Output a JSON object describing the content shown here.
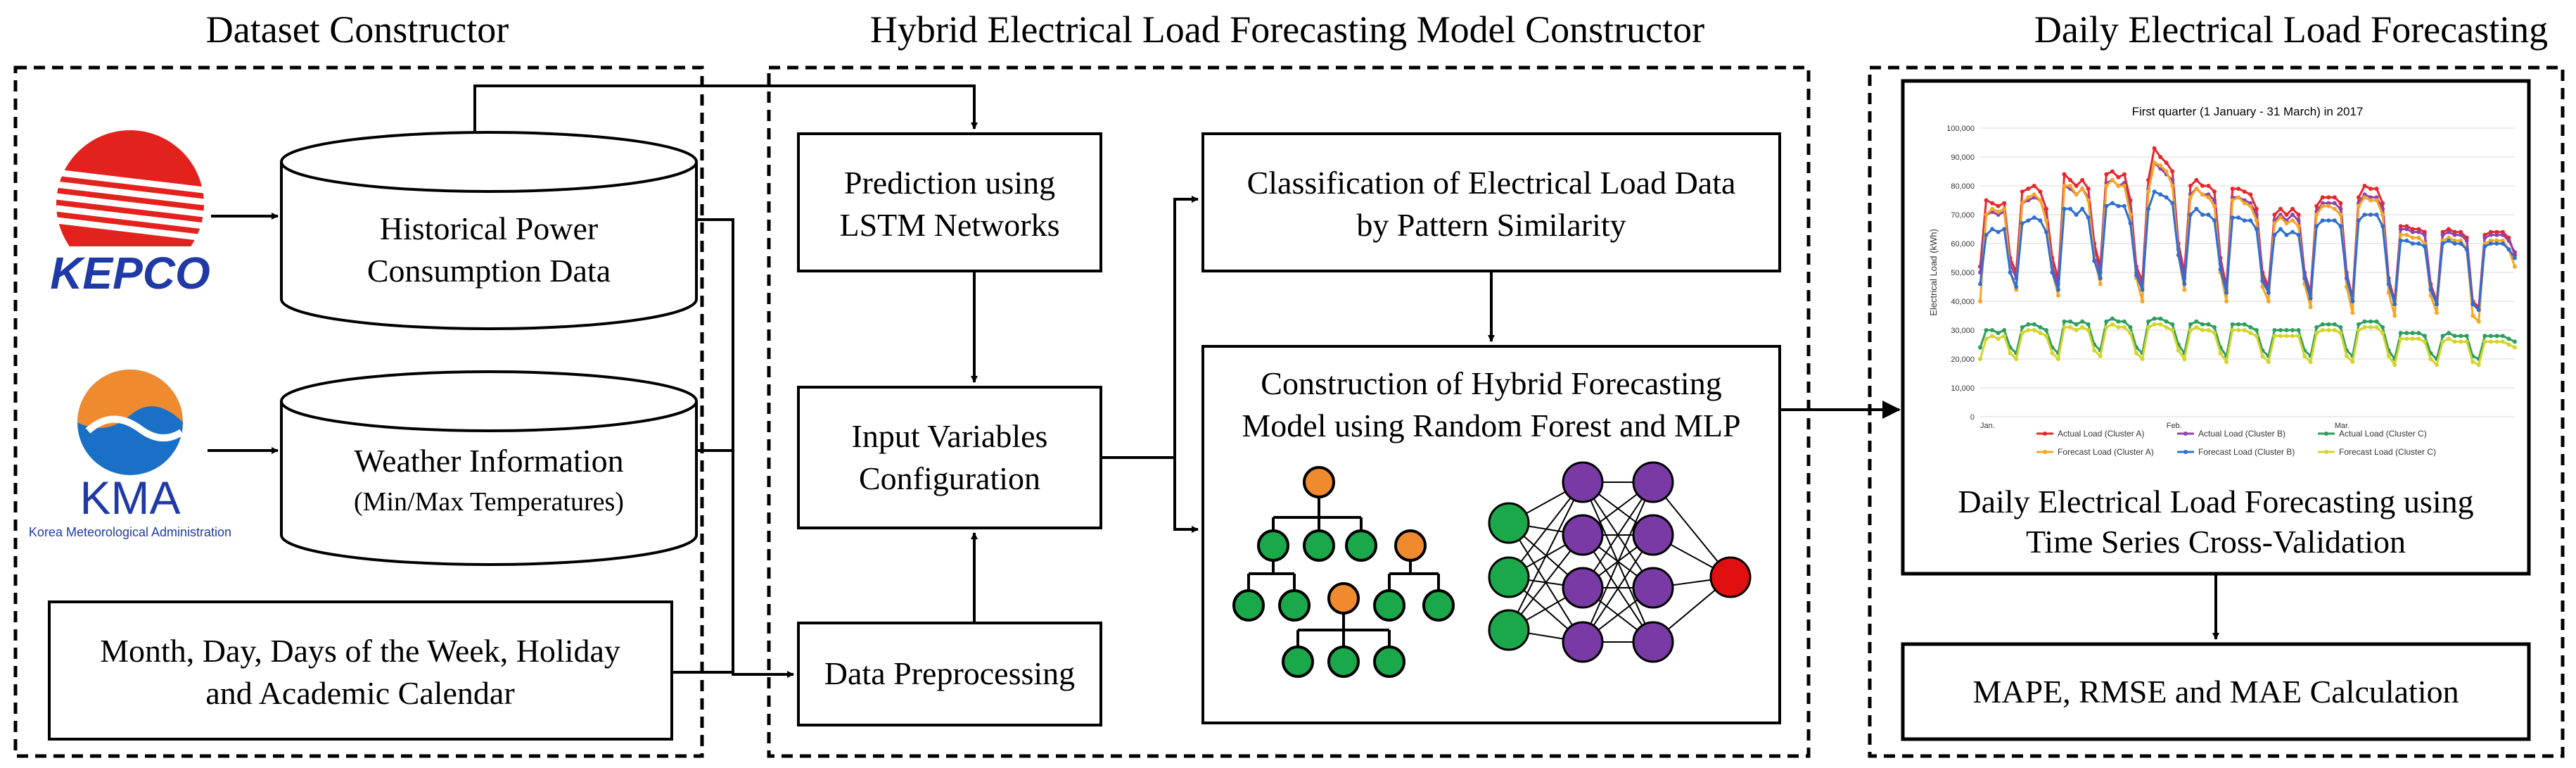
{
  "sections": {
    "dataset": {
      "title": "Dataset Constructor"
    },
    "model": {
      "title": "Hybrid Electrical Load Forecasting Model Constructor"
    },
    "forecast": {
      "title": "Daily Electrical Load Forecasting"
    }
  },
  "logos": {
    "kepco": {
      "text": "KEPCO",
      "icon": "kepco-logo"
    },
    "kma": {
      "text": "KMA",
      "subtext": "Korea Meteorological Administration",
      "icon": "kma-logo"
    }
  },
  "nodes": {
    "historical_power": {
      "line1": "Historical Power",
      "line2": "Consumption Data"
    },
    "weather": {
      "line1": "Weather Information",
      "line2": "(Min/Max Temperatures)"
    },
    "calendar": {
      "line1": "Month, Day, Days of the Week, Holiday",
      "line2": "and Academic Calendar"
    },
    "lstm": {
      "line1": "Prediction using",
      "line2": "LSTM Networks"
    },
    "input_vars": {
      "line1": "Input Variables",
      "line2": "Configuration"
    },
    "preprocessing": {
      "line1": "Data Preprocessing"
    },
    "classification": {
      "line1": "Classification of Electrical Load Data",
      "line2": "by Pattern Similarity"
    },
    "hybrid": {
      "line1": "Construction of Hybrid Forecasting",
      "line2": "Model using Random Forest and MLP"
    },
    "daily_forecast": {
      "line1": "Daily Electrical Load Forecasting using",
      "line2": "Time Series Cross-Validation"
    },
    "metrics": {
      "line1": "MAPE, RMSE and MAE Calculation"
    }
  },
  "colors": {
    "tree_green": "#1aa84a",
    "tree_orange": "#f08a2e",
    "mlp_green": "#1aa84a",
    "mlp_purple": "#7a3aa5",
    "mlp_red": "#e01010"
  },
  "chart_data": {
    "type": "line",
    "title": "First quarter (1 January - 31 March) in 2017",
    "ylabel": "Electrical Load (kWh)",
    "xlabel": "",
    "ylim": [
      0,
      100000
    ],
    "y_ticks": [
      "0",
      "10,000",
      "20,000",
      "30,000",
      "40,000",
      "50,000",
      "60,000",
      "70,000",
      "80,000",
      "90,000",
      "100,000"
    ],
    "x_ticks": [
      "Jan.",
      "Feb.",
      "Mar."
    ],
    "grid": true,
    "legend_position": "bottom",
    "x": [
      1,
      2,
      3,
      4,
      5,
      6,
      7,
      8,
      9,
      10,
      11,
      12,
      13,
      14,
      15,
      16,
      17,
      18,
      19,
      20,
      21,
      22,
      23,
      24,
      25,
      26,
      27,
      28,
      29,
      30,
      31,
      32,
      33,
      34,
      35,
      36,
      37,
      38,
      39,
      40,
      41,
      42,
      43,
      44,
      45,
      46,
      47,
      48,
      49,
      50,
      51,
      52,
      53,
      54,
      55,
      56,
      57,
      58,
      59,
      60,
      61,
      62,
      63,
      64,
      65,
      66,
      67,
      68,
      69,
      70,
      71,
      72,
      73,
      74,
      75,
      76,
      77,
      78,
      79,
      80,
      81,
      82,
      83,
      84,
      85,
      86,
      87,
      88,
      89,
      90
    ],
    "series": [
      {
        "name": "Actual Load (Cluster A)",
        "color": "#e8262a",
        "values": [
          52000,
          75000,
          74000,
          73000,
          74000,
          55000,
          50000,
          78000,
          79000,
          80000,
          78000,
          72000,
          55000,
          48000,
          84000,
          82000,
          80000,
          82000,
          79000,
          60000,
          52000,
          84000,
          85000,
          83000,
          84000,
          75000,
          52000,
          47000,
          82000,
          93000,
          90000,
          88000,
          85000,
          60000,
          50000,
          80000,
          82000,
          80000,
          80000,
          78000,
          55000,
          45000,
          79000,
          79000,
          78000,
          77000,
          72000,
          50000,
          45000,
          70000,
          72000,
          70000,
          72000,
          70000,
          50000,
          43000,
          73000,
          76000,
          76000,
          76000,
          74000,
          50000,
          41000,
          76000,
          80000,
          79000,
          79000,
          74000,
          48000,
          40000,
          66000,
          66000,
          65000,
          65000,
          64000,
          46000,
          40000,
          64000,
          65000,
          64000,
          64000,
          62000,
          40000,
          38000,
          63000,
          64000,
          64000,
          64000,
          62000,
          56000
        ]
      },
      {
        "name": "Actual Load (Cluster B)",
        "color": "#8e44ad",
        "values": [
          50000,
          70000,
          71000,
          70000,
          71000,
          53000,
          48000,
          74000,
          75000,
          76000,
          75000,
          69000,
          52000,
          46000,
          80000,
          79000,
          77000,
          79000,
          76000,
          57000,
          50000,
          81000,
          82000,
          80000,
          81000,
          72000,
          50000,
          45000,
          79000,
          88000,
          86000,
          84000,
          82000,
          58000,
          48000,
          77000,
          79000,
          77000,
          77000,
          75000,
          53000,
          44000,
          76000,
          76000,
          75000,
          74000,
          70000,
          48000,
          44000,
          68000,
          70000,
          68000,
          70000,
          68000,
          49000,
          42000,
          71000,
          74000,
          74000,
          74000,
          72000,
          49000,
          40000,
          74000,
          77000,
          76000,
          76000,
          72000,
          47000,
          39000,
          65000,
          65000,
          64000,
          64000,
          63000,
          45000,
          39000,
          63000,
          64000,
          63000,
          63000,
          61000,
          39000,
          37000,
          62000,
          63000,
          63000,
          63000,
          61000,
          57000
        ]
      },
      {
        "name": "Actual Load (Cluster C)",
        "color": "#2e9e5e",
        "values": [
          24000,
          30000,
          30000,
          29000,
          30000,
          24000,
          22000,
          31000,
          32000,
          32000,
          31000,
          30000,
          24000,
          22000,
          33000,
          33000,
          32000,
          33000,
          32000,
          25000,
          23000,
          33000,
          34000,
          33000,
          33000,
          31000,
          24000,
          22000,
          33000,
          34000,
          34000,
          33000,
          32000,
          25000,
          22000,
          32000,
          33000,
          32000,
          32000,
          31000,
          24000,
          21000,
          32000,
          32000,
          32000,
          31000,
          30000,
          23000,
          21000,
          30000,
          30000,
          30000,
          30000,
          30000,
          23000,
          21000,
          31000,
          32000,
          32000,
          32000,
          31000,
          23000,
          21000,
          32000,
          33000,
          33000,
          33000,
          31000,
          23000,
          20000,
          29000,
          29000,
          29000,
          29000,
          28000,
          22000,
          20000,
          28000,
          29000,
          28000,
          28000,
          28000,
          21000,
          20000,
          28000,
          28000,
          28000,
          28000,
          27000,
          26000
        ]
      },
      {
        "name": "Forecast Load (Cluster A)",
        "color": "#f5a623",
        "values": [
          40000,
          70000,
          72000,
          71000,
          72000,
          50000,
          44000,
          74000,
          76000,
          77000,
          75000,
          68000,
          50000,
          42000,
          80000,
          80000,
          77000,
          79000,
          75000,
          55000,
          46000,
          80000,
          82000,
          80000,
          80000,
          70000,
          48000,
          40000,
          78000,
          88000,
          87000,
          85000,
          80000,
          56000,
          44000,
          76000,
          79000,
          77000,
          76000,
          73000,
          50000,
          40000,
          75000,
          76000,
          74000,
          73000,
          68000,
          45000,
          40000,
          67000,
          69000,
          67000,
          68000,
          66000,
          46000,
          38000,
          70000,
          73000,
          73000,
          72000,
          70000,
          45000,
          36000,
          73000,
          76000,
          75000,
          75000,
          70000,
          43000,
          35000,
          63000,
          63000,
          62000,
          62000,
          60000,
          42000,
          36000,
          61000,
          62000,
          61000,
          61000,
          58000,
          35000,
          33000,
          60000,
          61000,
          61000,
          61000,
          58000,
          52000
        ]
      },
      {
        "name": "Forecast Load (Cluster B)",
        "color": "#2f6fd0",
        "values": [
          46000,
          63000,
          65000,
          64000,
          65000,
          50000,
          45000,
          67000,
          68000,
          69000,
          68000,
          64000,
          50000,
          44000,
          72000,
          72000,
          70000,
          72000,
          69000,
          54000,
          48000,
          73000,
          74000,
          73000,
          73000,
          67000,
          49000,
          44000,
          72000,
          78000,
          77000,
          76000,
          74000,
          56000,
          46000,
          70000,
          72000,
          70000,
          70000,
          68000,
          51000,
          43000,
          69000,
          69000,
          68000,
          68000,
          65000,
          47000,
          43000,
          63000,
          65000,
          63000,
          64000,
          63000,
          48000,
          41000,
          66000,
          68000,
          68000,
          68000,
          66000,
          48000,
          40000,
          68000,
          70000,
          70000,
          70000,
          66000,
          46000,
          39000,
          61000,
          61000,
          60000,
          60000,
          59000,
          44000,
          39000,
          60000,
          61000,
          60000,
          60000,
          58000,
          39000,
          37000,
          59000,
          60000,
          60000,
          60000,
          58000,
          55000
        ]
      },
      {
        "name": "Forecast Load (Cluster C)",
        "color": "#d4d42a",
        "values": [
          20000,
          27000,
          28000,
          27000,
          28000,
          22000,
          20000,
          29000,
          30000,
          30000,
          29000,
          28000,
          22000,
          20000,
          31000,
          31000,
          30000,
          31000,
          30000,
          23000,
          21000,
          31000,
          32000,
          31000,
          31000,
          29000,
          22000,
          20000,
          31000,
          32000,
          32000,
          31000,
          30000,
          23000,
          20000,
          30000,
          31000,
          30000,
          30000,
          29000,
          22000,
          19000,
          30000,
          30000,
          30000,
          29000,
          28000,
          21000,
          19000,
          28000,
          28000,
          28000,
          28000,
          28000,
          21000,
          19000,
          29000,
          30000,
          30000,
          30000,
          29000,
          21000,
          19000,
          30000,
          31000,
          31000,
          31000,
          29000,
          21000,
          18000,
          27000,
          27000,
          27000,
          27000,
          26000,
          20000,
          18000,
          26000,
          27000,
          26000,
          26000,
          26000,
          19000,
          18000,
          26000,
          26000,
          26000,
          26000,
          25000,
          24000
        ]
      }
    ]
  }
}
